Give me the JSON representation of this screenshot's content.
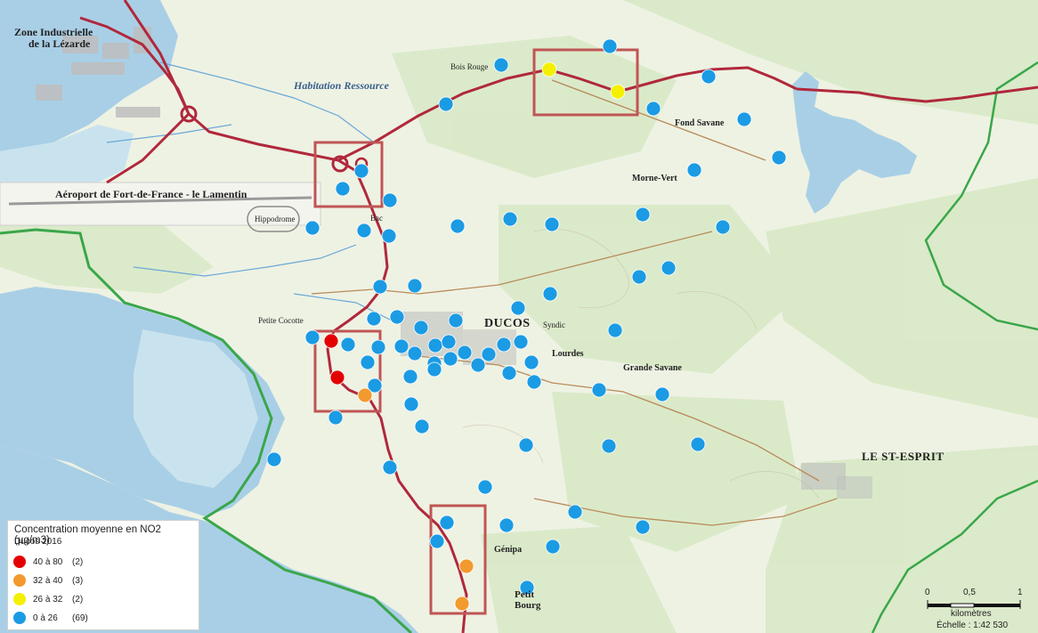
{
  "colors": {
    "land": "#eef2e3",
    "green": "#d7e9c5",
    "sea": "#a9cfe6",
    "shallow": "#c9e3ee",
    "road": "#b0283c",
    "frame": "#c05555",
    "high": "#e30000",
    "mid": "#f39a2e",
    "low": "#f4f000",
    "base": "#1b9be4"
  },
  "legend": {
    "title": "Concentration moyenne en NO2 (µg/m3)",
    "subtitle": "Ducos 2016",
    "classes": [
      {
        "range": "40 à 80",
        "count": "(2)",
        "color": "#e30000"
      },
      {
        "range": "32 à 40",
        "count": "(3)",
        "color": "#f39a2e"
      },
      {
        "range": "26 à 32",
        "count": "(2)",
        "color": "#f4f000"
      },
      {
        "range": "0 à 26",
        "count": "(69)",
        "color": "#1b9be4"
      }
    ]
  },
  "scale": {
    "tick0": "0",
    "tick_half": "0,5",
    "tick1": "1",
    "unit": "kilomètres",
    "ratio": "Échelle : 1:42 530"
  },
  "places": {
    "zone_industrielle": "Zone Industrielle",
    "lezarde": "de la Lézarde",
    "habitation": "Habitation Ressource",
    "aeroport": "Aéroport de Fort-de-France - le Lamentin",
    "ducos": "DUCOS",
    "le_st_esprit": "LE ST-ESPRIT",
    "petit_bourg": "Petit Bourg",
    "genipa": "Génipa",
    "lourdes": "Lourdes",
    "fond_savane": "Fond Savane",
    "morne_vert": "Morne-Vert",
    "grande_savane": "Grande Savane",
    "petite_cocotte": "Petite Cocotte",
    "bac": "Bac",
    "bois_rouge": "Bois Rouge",
    "syndic": "Syndic",
    "hippodrome": "Hippodrome"
  },
  "sites": [
    {
      "cls": "base",
      "c": [
        685,
        52
      ]
    },
    {
      "cls": "base",
      "c": [
        563,
        73
      ]
    },
    {
      "cls": "low",
      "c": [
        617,
        78
      ]
    },
    {
      "cls": "low",
      "c": [
        694,
        103
      ]
    },
    {
      "cls": "base",
      "c": [
        796,
        86
      ]
    },
    {
      "cls": "base",
      "c": [
        734,
        122
      ]
    },
    {
      "cls": "base",
      "c": [
        836,
        134
      ]
    },
    {
      "cls": "base",
      "c": [
        501,
        117
      ]
    },
    {
      "cls": "base",
      "c": [
        875,
        177
      ]
    },
    {
      "cls": "base",
      "c": [
        780,
        191
      ]
    },
    {
      "cls": "base",
      "c": [
        406,
        192
      ]
    },
    {
      "cls": "base",
      "c": [
        385,
        212
      ]
    },
    {
      "cls": "base",
      "c": [
        438,
        225
      ]
    },
    {
      "cls": "base",
      "c": [
        351,
        256
      ]
    },
    {
      "cls": "base",
      "c": [
        409,
        259
      ]
    },
    {
      "cls": "base",
      "c": [
        437,
        265
      ]
    },
    {
      "cls": "base",
      "c": [
        514,
        254
      ]
    },
    {
      "cls": "base",
      "c": [
        573,
        246
      ]
    },
    {
      "cls": "base",
      "c": [
        620,
        252
      ]
    },
    {
      "cls": "base",
      "c": [
        722,
        241
      ]
    },
    {
      "cls": "base",
      "c": [
        812,
        255
      ]
    },
    {
      "cls": "base",
      "c": [
        751,
        301
      ]
    },
    {
      "cls": "base",
      "c": [
        718,
        311
      ]
    },
    {
      "cls": "base",
      "c": [
        427,
        322
      ]
    },
    {
      "cls": "base",
      "c": [
        466,
        321
      ]
    },
    {
      "cls": "base",
      "c": [
        618,
        330
      ]
    },
    {
      "cls": "base",
      "c": [
        582,
        346
      ]
    },
    {
      "cls": "base",
      "c": [
        446,
        356
      ]
    },
    {
      "cls": "base",
      "c": [
        420,
        358
      ]
    },
    {
      "cls": "base",
      "c": [
        473,
        368
      ]
    },
    {
      "cls": "base",
      "c": [
        512,
        360
      ]
    },
    {
      "cls": "base",
      "c": [
        691,
        371
      ]
    },
    {
      "cls": "base",
      "c": [
        351,
        379
      ]
    },
    {
      "cls": "high",
      "c": [
        372,
        383
      ]
    },
    {
      "cls": "base",
      "c": [
        391,
        387
      ]
    },
    {
      "cls": "base",
      "c": [
        425,
        390
      ]
    },
    {
      "cls": "base",
      "c": [
        451,
        389
      ]
    },
    {
      "cls": "base",
      "c": [
        466,
        397
      ]
    },
    {
      "cls": "base",
      "c": [
        489,
        388
      ]
    },
    {
      "cls": "base",
      "c": [
        504,
        384
      ]
    },
    {
      "cls": "base",
      "c": [
        522,
        396
      ]
    },
    {
      "cls": "base",
      "c": [
        566,
        387
      ]
    },
    {
      "cls": "base",
      "c": [
        585,
        384
      ]
    },
    {
      "cls": "base",
      "c": [
        549,
        398
      ]
    },
    {
      "cls": "base",
      "c": [
        488,
        408
      ]
    },
    {
      "cls": "base",
      "c": [
        506,
        403
      ]
    },
    {
      "cls": "base",
      "c": [
        537,
        410
      ]
    },
    {
      "cls": "base",
      "c": [
        572,
        419
      ]
    },
    {
      "cls": "base",
      "c": [
        597,
        407
      ]
    },
    {
      "cls": "base",
      "c": [
        600,
        429
      ]
    },
    {
      "cls": "base",
      "c": [
        413,
        407
      ]
    },
    {
      "cls": "base",
      "c": [
        461,
        423
      ]
    },
    {
      "cls": "base",
      "c": [
        488,
        415
      ]
    },
    {
      "cls": "high",
      "c": [
        379,
        424
      ]
    },
    {
      "cls": "base",
      "c": [
        421,
        433
      ]
    },
    {
      "cls": "mid",
      "c": [
        410,
        444
      ]
    },
    {
      "cls": "base",
      "c": [
        462,
        454
      ]
    },
    {
      "cls": "base",
      "c": [
        377,
        469
      ]
    },
    {
      "cls": "base",
      "c": [
        474,
        479
      ]
    },
    {
      "cls": "base",
      "c": [
        673,
        438
      ]
    },
    {
      "cls": "base",
      "c": [
        744,
        443
      ]
    },
    {
      "cls": "base",
      "c": [
        591,
        500
      ]
    },
    {
      "cls": "base",
      "c": [
        684,
        501
      ]
    },
    {
      "cls": "base",
      "c": [
        784,
        499
      ]
    },
    {
      "cls": "base",
      "c": [
        308,
        516
      ]
    },
    {
      "cls": "base",
      "c": [
        438,
        525
      ]
    },
    {
      "cls": "base",
      "c": [
        545,
        547
      ]
    },
    {
      "cls": "base",
      "c": [
        646,
        575
      ]
    },
    {
      "cls": "base",
      "c": [
        502,
        587
      ]
    },
    {
      "cls": "base",
      "c": [
        569,
        590
      ]
    },
    {
      "cls": "base",
      "c": [
        722,
        592
      ]
    },
    {
      "cls": "base",
      "c": [
        491,
        608
      ]
    },
    {
      "cls": "base",
      "c": [
        621,
        614
      ]
    },
    {
      "cls": "mid",
      "c": [
        524,
        636
      ]
    },
    {
      "cls": "base",
      "c": [
        592,
        660
      ]
    },
    {
      "cls": "mid",
      "c": [
        519,
        678
      ]
    }
  ]
}
